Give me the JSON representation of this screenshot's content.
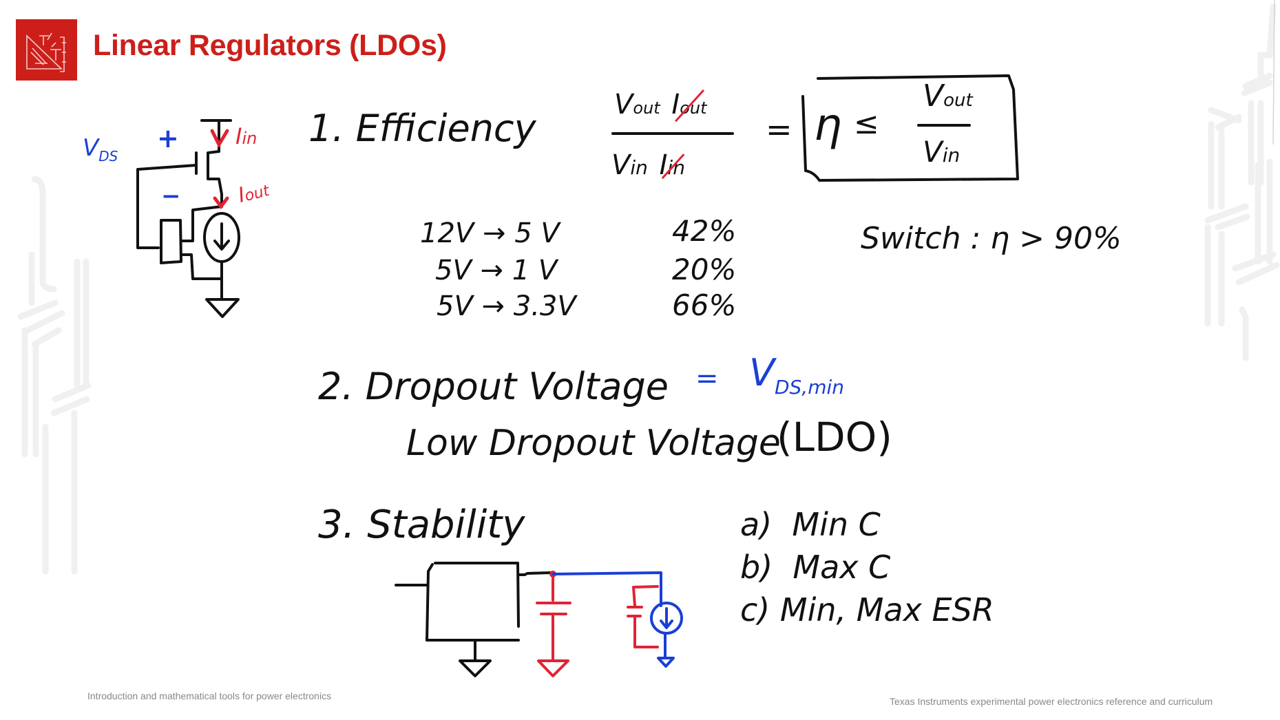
{
  "slide": {
    "title": "Linear Regulators (LDOs)",
    "logo_icon": "drafting-triangle-circuit-icon",
    "colors": {
      "brand_red": "#cc1f1a",
      "ink_black": "#111111",
      "ink_blue": "#1a3fd6",
      "ink_red": "#e02435",
      "footer_gray": "#888888"
    }
  },
  "circuit_top": {
    "label_vds": "V",
    "label_vds_sub": "DS",
    "plus": "+",
    "minus": "−",
    "label_iin": "I",
    "label_iin_sub": "in",
    "label_iout": "I",
    "label_iout_sub": "out"
  },
  "section1": {
    "heading": "1.  Efficiency",
    "frac_num_v": "V",
    "frac_num_v_sub": "out",
    "frac_num_i": "I",
    "frac_num_i_sub": "out",
    "frac_den_v": "V",
    "frac_den_v_sub": "in",
    "frac_den_i": "I",
    "frac_den_i_sub": "in",
    "equals": "=",
    "boxed_eta": "η",
    "boxed_leq": "≤",
    "boxed_num": "V",
    "boxed_num_sub": "out",
    "boxed_den": "V",
    "boxed_den_sub": "in",
    "examples": [
      {
        "conversion": "12V → 5 V",
        "efficiency": "42%"
      },
      {
        "conversion": "5V → 1 V",
        "efficiency": "20%"
      },
      {
        "conversion": "5V → 3.3V",
        "efficiency": "66%"
      }
    ],
    "switch_note": "Switch :  η > 90%"
  },
  "section2": {
    "heading": "2.  Dropout Voltage",
    "equals": "=",
    "value": "V",
    "value_sub": "DS,min",
    "subline": "Low Dropout Voltage",
    "acronym": "(LDO)"
  },
  "section3": {
    "heading": "3.  Stability",
    "items": [
      {
        "marker": "a)",
        "text": "Min  C"
      },
      {
        "marker": "b)",
        "text": "Max  C"
      },
      {
        "marker": "c)",
        "text": "Min, Max  ESR"
      }
    ]
  },
  "footer": {
    "left": "Introduction and mathematical tools for power electronics",
    "right": "Texas Instruments experimental power electronics reference and curriculum"
  }
}
